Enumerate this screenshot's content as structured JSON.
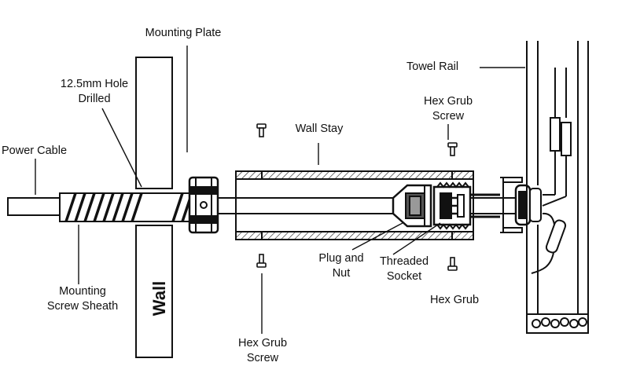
{
  "labels": {
    "mounting_plate": "Mounting Plate",
    "hole_drilled_line1": "12.5mm Hole",
    "hole_drilled_line2": "Drilled",
    "power_cable": "Power Cable",
    "wall_stay": "Wall Stay",
    "hex_grub_screw_top_line1": "Hex Grub",
    "hex_grub_screw_top_line2": "Screw",
    "towel_rail": "Towel Rail",
    "plug_and_nut_line1": "Plug and",
    "plug_and_nut_line2": "Nut",
    "threaded_socket_line1": "Threaded",
    "threaded_socket_line2": "Socket",
    "hex_grub": "Hex Grub",
    "mounting_screw_sheath_line1": "Mounting",
    "mounting_screw_sheath_line2": "Screw Sheath",
    "wall": "Wall",
    "hex_grub_screw_bottom_line1": "Hex Grub",
    "hex_grub_screw_bottom_line2": "Screw"
  },
  "colors": {
    "line": "#111111",
    "background": "#ffffff"
  }
}
